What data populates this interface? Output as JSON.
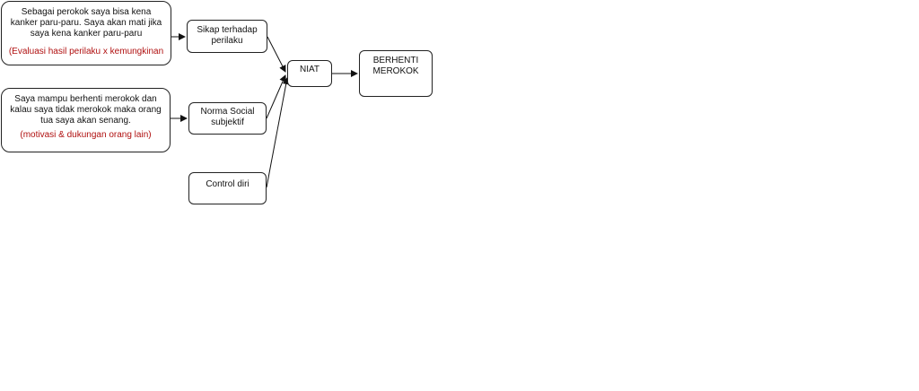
{
  "nodes": {
    "belief_consequence": {
      "text": "Sebagai perokok saya bisa kena kanker paru-paru. Saya akan mati jika saya kena kanker paru-paru",
      "note": "(Evaluasi hasil perilaku x kemungkinan"
    },
    "belief_ability": {
      "text": "Saya mampu berhenti merokok dan kalau saya tidak merokok maka orang tua saya akan senang.",
      "note": "(motivasi & dukungan orang lain)"
    },
    "attitude": {
      "text": "Sikap terhadap perilaku"
    },
    "subjective_norm": {
      "text": "Norma Social subjektif"
    },
    "self_control": {
      "text": "Control diri"
    },
    "intention": {
      "text": "NIAT"
    },
    "outcome": {
      "text": "BERHENTI MEROKOK"
    }
  },
  "colors": {
    "border": "#222222",
    "note_text": "#b01010",
    "arrow": "#111111"
  }
}
